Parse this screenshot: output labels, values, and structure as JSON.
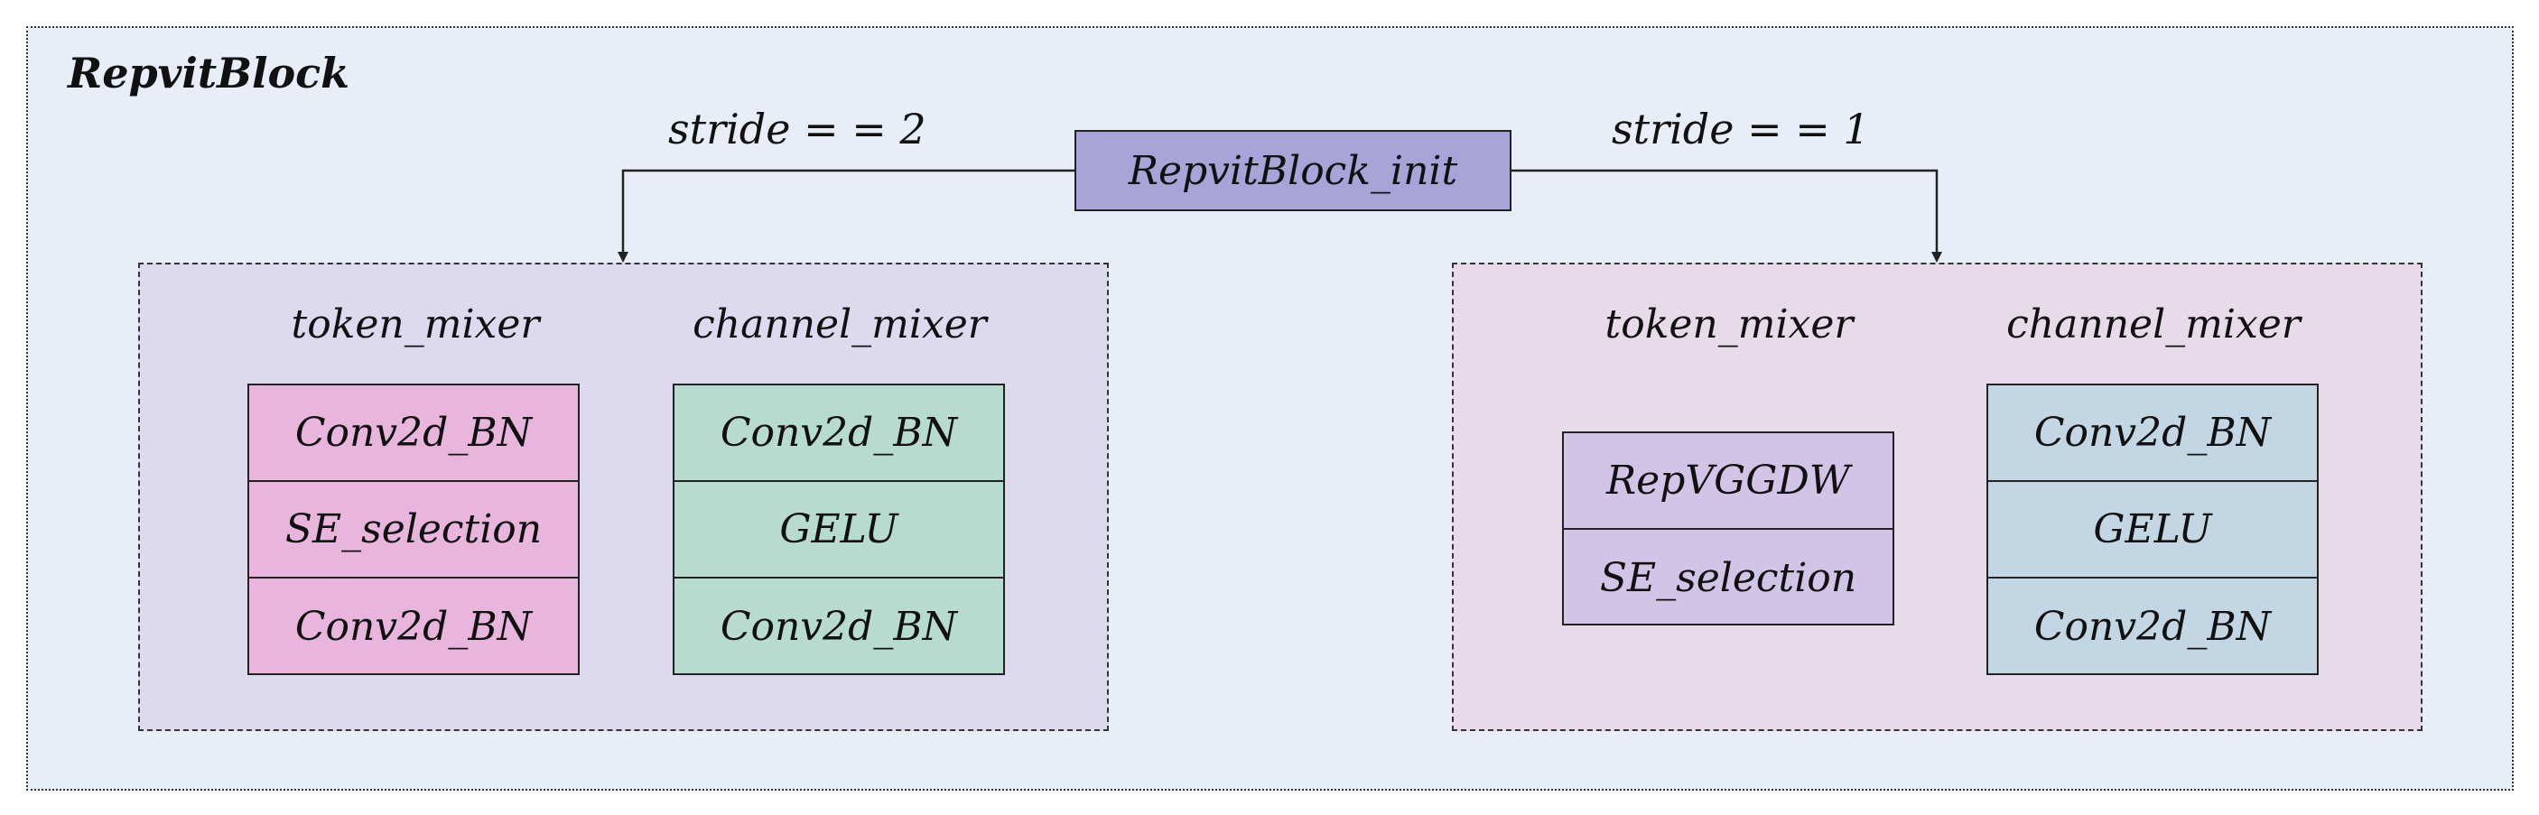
{
  "diagram": {
    "title": "RepvitBlock",
    "init_block": "RepvitBlock_init",
    "conditions": {
      "left": "stride = = 2",
      "right": "stride = = 1"
    },
    "left_group": {
      "token_mixer": {
        "title": "token_mixer",
        "items": [
          "Conv2d_BN",
          "SE_selection",
          "Conv2d_BN"
        ]
      },
      "channel_mixer": {
        "title": "channel_mixer",
        "items": [
          "Conv2d_BN",
          "GELU",
          "Conv2d_BN"
        ]
      }
    },
    "right_group": {
      "token_mixer": {
        "title": "token_mixer",
        "items": [
          "RepVGGDW",
          "SE_selection"
        ]
      },
      "channel_mixer": {
        "title": "channel_mixer",
        "items": [
          "Conv2d_BN",
          "GELU",
          "Conv2d_BN"
        ]
      }
    },
    "colors": {
      "outer_bg": "#e8eef8",
      "init_box": "#a8a4d8",
      "left_group_bg": "#ddd9ef",
      "right_group_bg": "#e7dae9",
      "left_token_mixer": "#e8b6dc",
      "left_channel_mixer": "#b8dbd0",
      "right_token_mixer": "#d2c4e6",
      "right_channel_mixer": "#c2d7e3"
    }
  }
}
